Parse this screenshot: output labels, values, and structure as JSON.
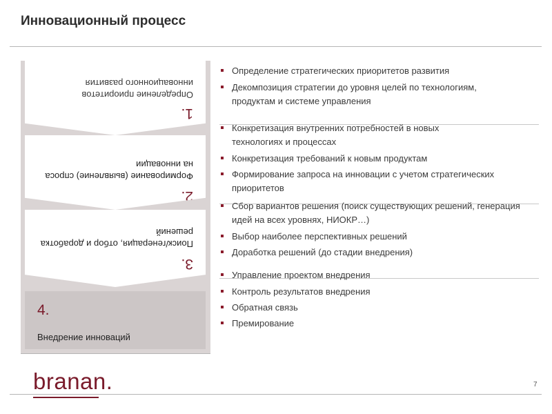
{
  "title": "Инновационный процесс",
  "stages": [
    {
      "num": "1.",
      "text": "Определение приоритетов инновационного развития"
    },
    {
      "num": "2.",
      "text": "Формирование (выявление) спроса на инновации"
    },
    {
      "num": "3.",
      "text": "Поиск/генерация, отбор и доработка решений"
    },
    {
      "num": "4.",
      "text": "Внедрение инноваций"
    }
  ],
  "groups": [
    {
      "items": [
        "Определение стратегических приоритетов развития",
        "Декомпозиция стратегии до уровня целей по технологиям, продуктам и системе управления"
      ]
    },
    {
      "items": [
        "Конкретизация внутренних потребностей в новых технологиях и процессах",
        "Конкретизация требований к новым продуктам",
        "Формирование запроса на инновации с учетом стратегических приоритетов"
      ]
    },
    {
      "items": [
        "Сбор вариантов решения (поиск существующих решений, генерация идей на всех уровнях, НИОКР…)",
        "Выбор наиболее перспективных решений",
        "Доработка решений (до стадии внедрения)"
      ]
    },
    {
      "items": [
        "Управление проектом внедрения",
        "Контроль результатов внедрения",
        "Обратная связь",
        "Премирование"
      ]
    }
  ],
  "logo": "branan.",
  "page_number": "7",
  "colors": {
    "accent": "#7a1b2b",
    "stage_bg": "#dad4d4"
  }
}
